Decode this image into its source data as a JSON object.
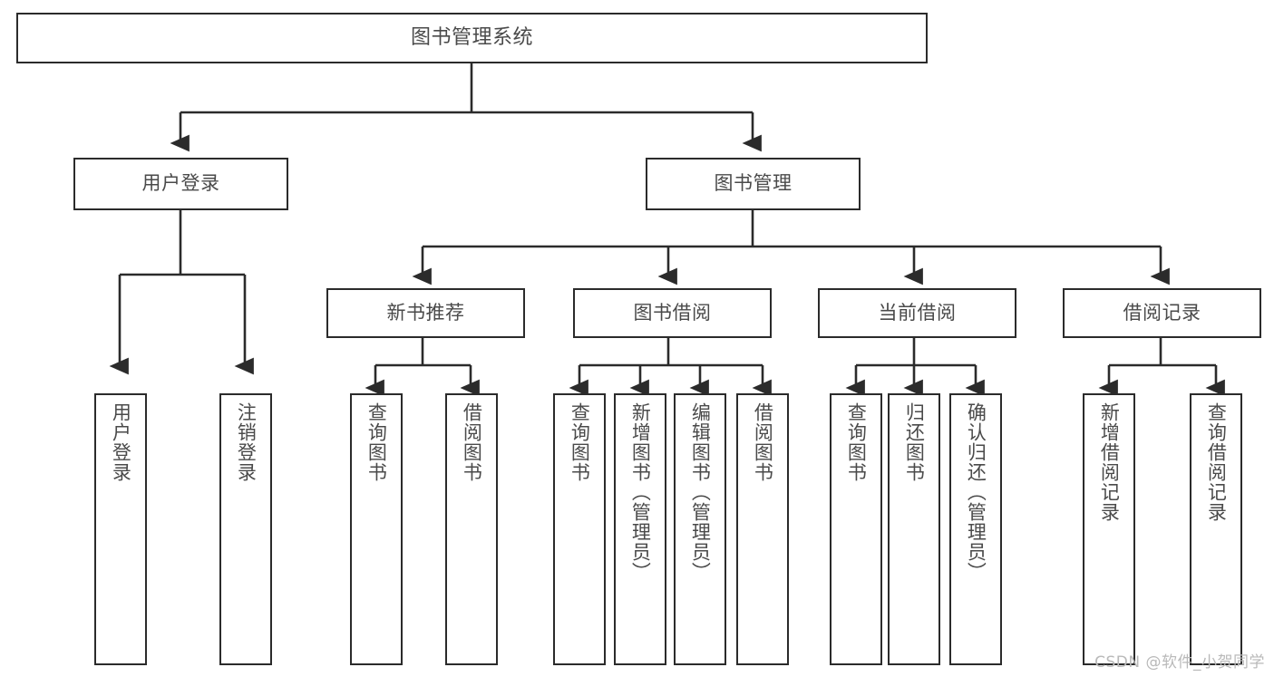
{
  "diagram": {
    "title": "图书管理系统",
    "type": "tree-hierarchy-chart",
    "nodes": {
      "root": {
        "label": "图书管理系统"
      },
      "level1": [
        {
          "id": "user-login",
          "label": "用户登录"
        },
        {
          "id": "book-manage",
          "label": "图书管理"
        }
      ],
      "level2": [
        {
          "id": "new-book-recommend",
          "label": "新书推荐"
        },
        {
          "id": "book-borrow",
          "label": "图书借阅"
        },
        {
          "id": "current-borrow",
          "label": "当前借阅"
        },
        {
          "id": "borrow-record",
          "label": "借阅记录"
        }
      ],
      "leaves": [
        {
          "id": "leaf-user-login",
          "label": "用户登录"
        },
        {
          "id": "leaf-logout-login",
          "label": "注销登录"
        },
        {
          "id": "leaf-query-book-1",
          "label": "查询图书"
        },
        {
          "id": "leaf-borrow-book-1",
          "label": "借阅图书"
        },
        {
          "id": "leaf-query-book-2",
          "label": "查询图书"
        },
        {
          "id": "leaf-add-book",
          "label": "新增图书（管理员）"
        },
        {
          "id": "leaf-edit-book",
          "label": "编辑图书（管理员）"
        },
        {
          "id": "leaf-borrow-book-2",
          "label": "借阅图书"
        },
        {
          "id": "leaf-query-book-3",
          "label": "查询图书"
        },
        {
          "id": "leaf-return-book",
          "label": "归还图书"
        },
        {
          "id": "leaf-confirm-return",
          "label": "确认归还（管理员）"
        },
        {
          "id": "leaf-add-borrow-record",
          "label": "新增借阅记录"
        },
        {
          "id": "leaf-query-borrow-record",
          "label": "查询借阅记录"
        }
      ]
    },
    "colors": {
      "stroke": "#2b2b2b",
      "text": "#4a4a4a",
      "background": "#ffffff",
      "watermark": "#b9b9b9"
    }
  },
  "watermark": {
    "text": "CSDN @软件_小贺同学"
  }
}
